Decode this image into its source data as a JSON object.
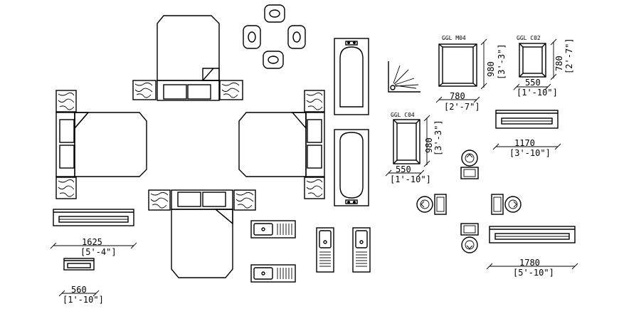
{
  "labels": {
    "window_m04": "GGL M04",
    "window_c02": "GGL C02",
    "window_c04": "GGL C04"
  },
  "dims": {
    "m04_height": "980",
    "m04_height_imp": "[3'-3\"]",
    "m04_width": "780",
    "m04_width_imp": "[2'-7\"]",
    "c02_height": "780",
    "c02_height_imp": "[2'-7\"]",
    "c02_width": "550",
    "c02_width_imp": "[1'-10\"]",
    "c04_height": "980",
    "c04_height_imp": "[3'-3\"]",
    "c04_width": "550",
    "c04_width_imp": "[1'-10\"]",
    "bar_1170": "1170",
    "bar_1170_imp": "[3'-10\"]",
    "bar_1625": "1625",
    "bar_1625_imp": "[5'-4\"]",
    "bar_560": "560",
    "bar_560_imp": "[1'-10\"]",
    "bar_1780": "1780",
    "bar_1780_imp": "[5'-10\"]"
  }
}
